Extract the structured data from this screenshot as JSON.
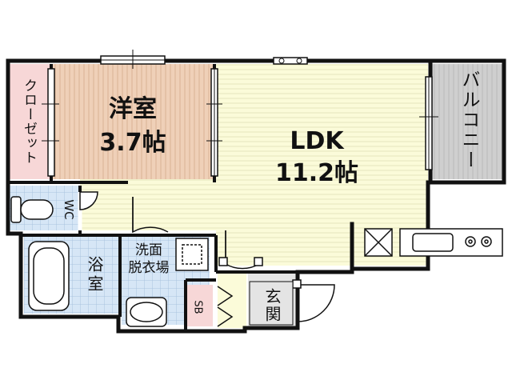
{
  "rooms": {
    "closet": "クローゼット",
    "western_name": "洋室",
    "western_size": "3.7帖",
    "ldk_name": "LDK",
    "ldk_size": "11.2帖",
    "balcony": "バルコニー",
    "wc": "WC",
    "bath": "浴室",
    "washroom_line1": "洗面",
    "washroom_line2": "脱衣場",
    "sb": "SB",
    "entrance": "玄関"
  },
  "colors": {
    "wall": "#111111",
    "western_floor": "#efd0b8",
    "closet_floor": "#f7d7d7",
    "ldk_floor": "#fbfbd9",
    "balcony_floor": "#cfcfcf",
    "wet_floor": "#d6e6f6",
    "entrance_floor": "#fbfbd9",
    "entrance_tile": "#e4e4e4"
  }
}
